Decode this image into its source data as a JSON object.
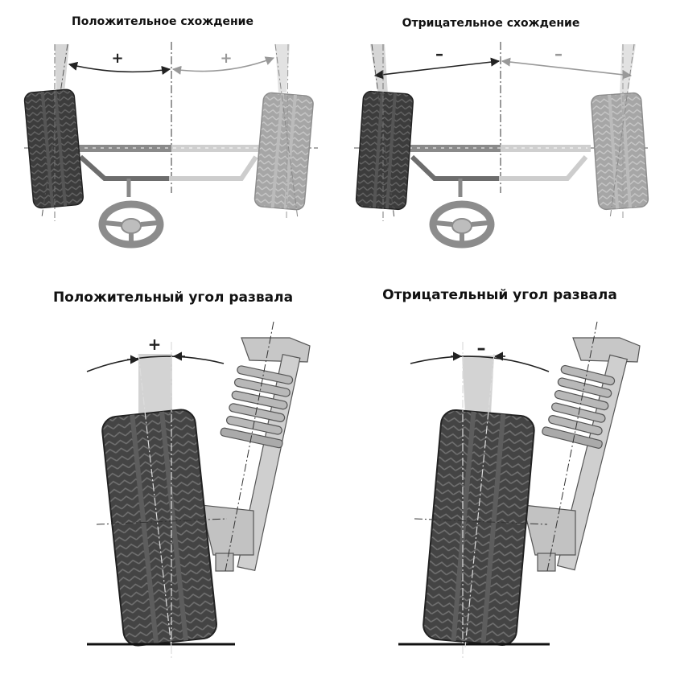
{
  "panels": {
    "toe_positive": {
      "title": "Положительное схождение",
      "sign_left": "+",
      "sign_right": "+"
    },
    "toe_negative": {
      "title": "Отрицательное схождение",
      "sign_left": "–",
      "sign_right": "–"
    },
    "camber_positive": {
      "title": "Положительный угол развала",
      "sign": "+"
    },
    "camber_negative": {
      "title": "Отрицательный угол развала",
      "sign": "–"
    }
  },
  "colors": {
    "tire_dark": "#3c3c3c",
    "tire_light": "#a9a9a9",
    "metal": "#c9c9c9",
    "shadow_cone": "#d3d3d3",
    "line": "#222222"
  }
}
